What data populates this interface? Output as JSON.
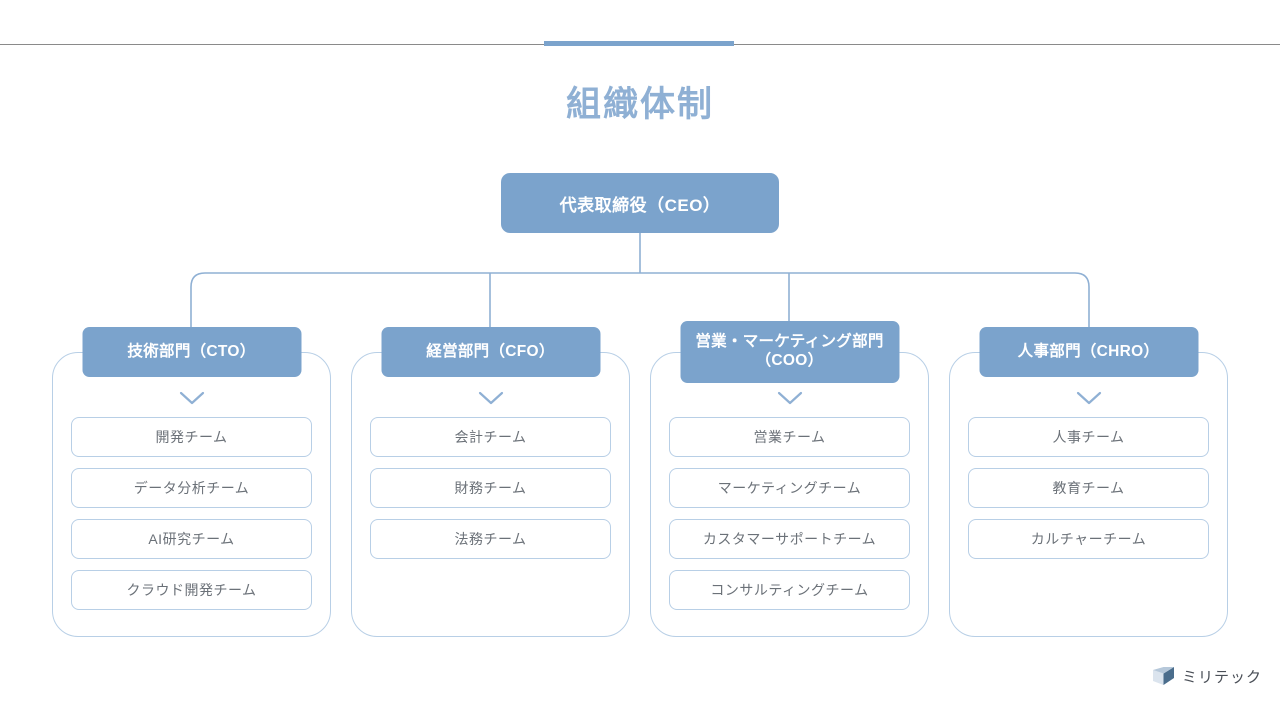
{
  "slide": {
    "title": "組織体制",
    "accent_color": "#7ba3cc",
    "title_color": "#8fb0d4",
    "rule_color": "#8a8a8a",
    "card_border_color": "#b8cfe6",
    "team_text_color": "#6b7178",
    "background": "#ffffff"
  },
  "org": {
    "root": {
      "label": "代表取締役（CEO）"
    },
    "departments": [
      {
        "label": "技術部門（CTO）",
        "chevron_icon": "chevron-down-icon",
        "teams": [
          {
            "label": "開発チーム"
          },
          {
            "label": "データ分析チーム"
          },
          {
            "label": "AI研究チーム"
          },
          {
            "label": "クラウド開発チーム"
          }
        ]
      },
      {
        "label": "経営部門（CFO）",
        "chevron_icon": "chevron-down-icon",
        "teams": [
          {
            "label": "会計チーム"
          },
          {
            "label": "財務チーム"
          },
          {
            "label": "法務チーム"
          }
        ]
      },
      {
        "label": "営業・マーケティング部門\n（COO）",
        "label_line1": "営業・マーケティング部門",
        "label_line2": "（COO）",
        "chevron_icon": "chevron-down-icon",
        "teams": [
          {
            "label": "営業チーム"
          },
          {
            "label": "マーケティングチーム"
          },
          {
            "label": "カスタマーサポートチーム"
          },
          {
            "label": "コンサルティングチーム"
          }
        ]
      },
      {
        "label": "人事部門（CHRO）",
        "chevron_icon": "chevron-down-icon",
        "teams": [
          {
            "label": "人事チーム"
          },
          {
            "label": "教育チーム"
          },
          {
            "label": "カルチャーチーム"
          }
        ]
      }
    ]
  },
  "footer": {
    "logo_text": "ミリテック",
    "logo_icon": "folded-book-logo-icon"
  }
}
